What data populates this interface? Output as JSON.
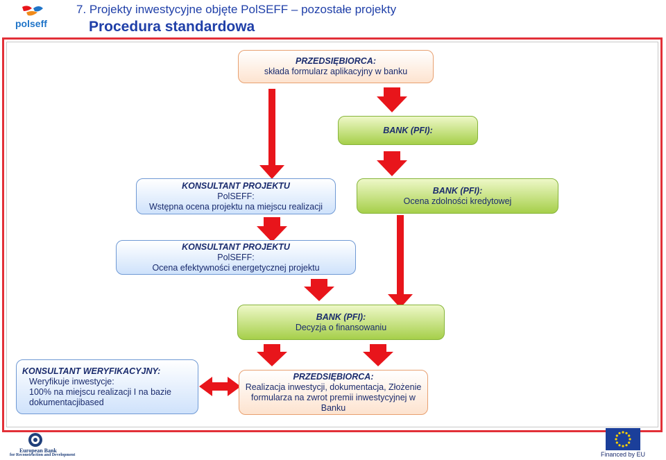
{
  "header": {
    "title": "7. Projekty inwestycyjne objęte PolSEFF – pozostałe projekty",
    "subtitle": "Procedura standardowa",
    "logo_text": "polseff"
  },
  "boxes": {
    "b1": {
      "head": "PRZEDSIĘBIORCA:",
      "line1": "składa formularz aplikacyjny w banku"
    },
    "b2": {
      "head": "BANK (PFI):"
    },
    "b3": {
      "head": "KONSULTANT PROJEKTU",
      "line1": "PolSEFF:",
      "line2": "Wstępna ocena projektu na miejscu realizacji"
    },
    "b4": {
      "head": "BANK (PFI):",
      "line1": "Ocena zdolności kredytowej"
    },
    "b5": {
      "head": "KONSULTANT PROJEKTU",
      "line1": "PolSEFF:",
      "line2": "Ocena efektywności energetycznej projektu"
    },
    "b6": {
      "head": "BANK (PFI):",
      "line1": "Decyzja o finansowaniu"
    },
    "b7": {
      "head": "KONSULTANT WERYFIKACYJNY:",
      "line1": "Weryfikuje inwestycje:",
      "line2": "100% na miejscu realizacji I na bazie",
      "line3": "dokumentacjibased"
    },
    "b8": {
      "head": "PRZEDSIĘBIORCA:",
      "line1": "Realizacja inwestycji, dokumentacja, Złożenie",
      "line2": "formularza na zwrot premii inwestycyjnej w",
      "line3": "Banku"
    }
  },
  "footer": {
    "ebrd_line1": "European Bank",
    "ebrd_line2": "for Reconstruction and Development",
    "financed": "Financed by EU"
  },
  "colors": {
    "arrow": "#e8151b",
    "title": "#1f3fa8",
    "frame": "#e23038"
  }
}
